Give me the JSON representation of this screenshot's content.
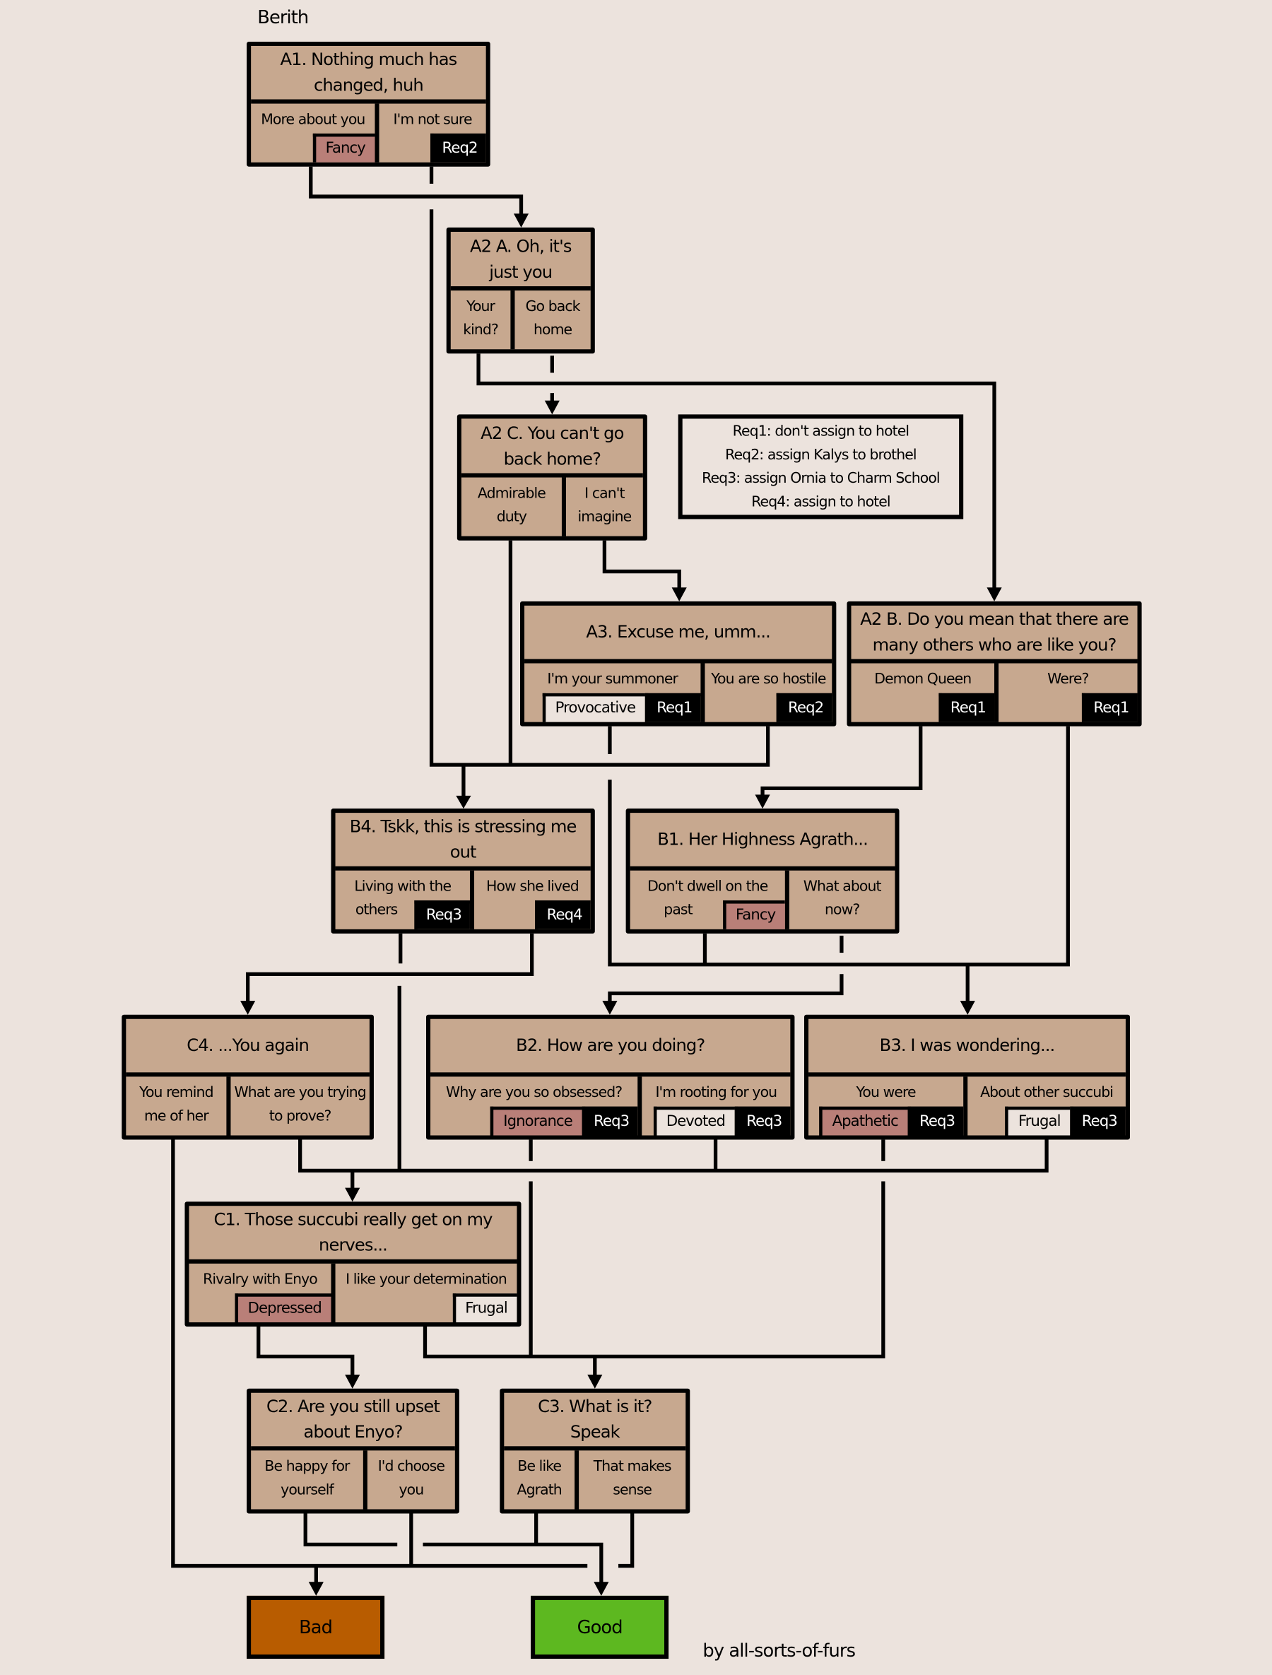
{
  "character": "Berith",
  "credit": "by all-sorts-of-furs",
  "colors": {
    "background": "#ece3dd",
    "node": "#c7a88f",
    "fancy_tag": "#b97f78",
    "light_tag": "#ece3dd",
    "req_tag": "#000000",
    "bad": "#b85c00",
    "good": "#5db820"
  },
  "legend": [
    "Req1: don't assign to hotel",
    "Req2: assign Kalys to brothel",
    "Req3: assign Ornia to Charm School",
    "Req4: assign to hotel"
  ],
  "nodes": [
    {
      "id": "A1",
      "title": "A1. Nothing much has changed, huh",
      "options": [
        {
          "label": "More about you",
          "tags": [
            {
              "text": "Fancy",
              "kind": "fancy"
            }
          ]
        },
        {
          "label": "I'm not sure",
          "tags": [
            {
              "text": "Req2",
              "kind": "req"
            }
          ]
        }
      ]
    },
    {
      "id": "A2A",
      "title": "A2 A. Oh, it's just you",
      "options": [
        {
          "label": "Your kind?",
          "tags": []
        },
        {
          "label": "Go back home",
          "tags": []
        }
      ]
    },
    {
      "id": "A2C",
      "title": "A2 C. You can't go back home?",
      "options": [
        {
          "label": "Admirable duty",
          "tags": []
        },
        {
          "label": "I can't imagine",
          "tags": []
        }
      ]
    },
    {
      "id": "A3",
      "title": "A3. Excuse me, umm...",
      "options": [
        {
          "label": "I'm your summoner",
          "tags": [
            {
              "text": "Provocative",
              "kind": "light"
            },
            {
              "text": "Req1",
              "kind": "req"
            }
          ]
        },
        {
          "label": "You are so hostile",
          "tags": [
            {
              "text": "Req2",
              "kind": "req"
            }
          ]
        }
      ]
    },
    {
      "id": "A2B",
      "title": "A2 B. Do you mean that there are many others who are like you?",
      "options": [
        {
          "label": "Demon Queen",
          "tags": [
            {
              "text": "Req1",
              "kind": "req"
            }
          ]
        },
        {
          "label": "Were?",
          "tags": [
            {
              "text": "Req1",
              "kind": "req"
            }
          ]
        }
      ]
    },
    {
      "id": "B4",
      "title": "B4. Tskk, this is stressing me out",
      "options": [
        {
          "label": "Living with the others",
          "tags": [
            {
              "text": "Req3",
              "kind": "req"
            }
          ]
        },
        {
          "label": "How she lived",
          "tags": [
            {
              "text": "Req4",
              "kind": "req"
            }
          ]
        }
      ]
    },
    {
      "id": "B1",
      "title": "B1. Her Highness Agrath...",
      "options": [
        {
          "label": "Don't dwell on the past",
          "tags": [
            {
              "text": "Fancy",
              "kind": "fancy"
            }
          ]
        },
        {
          "label": "What about now?",
          "tags": []
        }
      ]
    },
    {
      "id": "C4",
      "title": "C4. ...You again",
      "options": [
        {
          "label": "You remind me of her",
          "tags": []
        },
        {
          "label": "What are you trying to prove?",
          "tags": []
        }
      ]
    },
    {
      "id": "B2",
      "title": "B2. How are you doing?",
      "options": [
        {
          "label": "Why are you so obsessed?",
          "tags": [
            {
              "text": "Ignorance",
              "kind": "fancy"
            },
            {
              "text": "Req3",
              "kind": "req"
            }
          ]
        },
        {
          "label": "I'm rooting for you",
          "tags": [
            {
              "text": "Devoted",
              "kind": "light"
            },
            {
              "text": "Req3",
              "kind": "req"
            }
          ]
        }
      ]
    },
    {
      "id": "B3",
      "title": "B3. I was wondering...",
      "options": [
        {
          "label": "You were",
          "tags": [
            {
              "text": "Apathetic",
              "kind": "fancy"
            },
            {
              "text": "Req3",
              "kind": "req"
            }
          ]
        },
        {
          "label": "About other succubi",
          "tags": [
            {
              "text": "Frugal",
              "kind": "light"
            },
            {
              "text": "Req3",
              "kind": "req"
            }
          ]
        }
      ]
    },
    {
      "id": "C1",
      "title": "C1. Those succubi really get on my nerves...",
      "options": [
        {
          "label": "Rivalry with Enyo",
          "tags": [
            {
              "text": "Depressed",
              "kind": "fancy"
            }
          ]
        },
        {
          "label": "I like your determination",
          "tags": [
            {
              "text": "Frugal",
              "kind": "light"
            }
          ]
        }
      ]
    },
    {
      "id": "C2",
      "title": "C2. Are you still upset about Enyo?",
      "options": [
        {
          "label": "Be happy for yourself",
          "tags": []
        },
        {
          "label": "I'd choose you",
          "tags": []
        }
      ]
    },
    {
      "id": "C3",
      "title": "C3. What is it? Speak",
      "options": [
        {
          "label": "Be like Agrath",
          "tags": []
        },
        {
          "label": "That makes sense",
          "tags": []
        }
      ]
    }
  ],
  "endings": {
    "bad": "Bad",
    "good": "Good"
  }
}
